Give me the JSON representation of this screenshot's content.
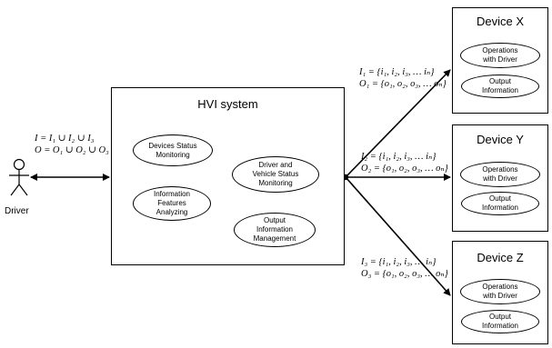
{
  "actor": {
    "name": "Driver"
  },
  "driver_formula": {
    "line1": "I = I₁ ∪ I₂ ∪ I₃",
    "line2": "O = O₁ ∪ O₂ ∪ O₃"
  },
  "hvi": {
    "title": "HVI system",
    "use_cases": [
      "Devices Status\nMonitoring",
      "Information\nFeatures\nAnalyzing",
      "Driver and\nVehicle Status\nMonitoring",
      "Output\nInformation\nManagement"
    ]
  },
  "devices": [
    {
      "title": "Device X",
      "use_cases": [
        "Operations\nwith Driver",
        "Output\nInformation"
      ],
      "formula_in": "I₁ = {i₁, i₂, i₃, … iₙ}",
      "formula_out": "O₁ = {o₁, o₂, o₃, … oₙ}"
    },
    {
      "title": "Device Y",
      "use_cases": [
        "Operations\nwith Driver",
        "Output\nInformation"
      ],
      "formula_in": "I₂ = {i₁, i₂, i₃, … iₙ}",
      "formula_out": "O₂ = {o₁, o₂, o₃, … oₙ}"
    },
    {
      "title": "Device Z",
      "use_cases": [
        "Operations\nwith Driver",
        "Output\nInformation"
      ],
      "formula_in": "I₃ = {i₁, i₂, i₃, … iₙ}",
      "formula_out": "O₃ = {o₁, o₂, o₃, … oₙ}"
    }
  ]
}
